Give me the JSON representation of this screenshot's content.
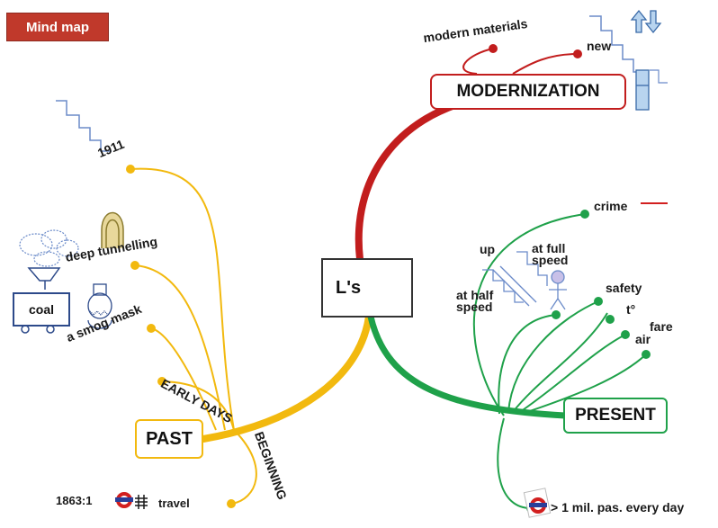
{
  "header": {
    "button_label": "Mind map"
  },
  "center": {
    "label": "L's"
  },
  "branches": {
    "past": {
      "label": "PAST",
      "color": "#f2b90f"
    },
    "present": {
      "label": "PRESENT",
      "color": "#1fa14a"
    },
    "modernization": {
      "label": "MODERNIZATION",
      "color": "#c21d1d"
    }
  },
  "past": {
    "early_days": "EARLY DAYS",
    "beginning": "BEGINNING",
    "year_1911": "1911",
    "deep_tunnelling": "deep tunnelling",
    "smog_mask": "a smog mask",
    "coal": "coal",
    "year_1863": "1863:1",
    "travel": "travel"
  },
  "present": {
    "crime": "crime",
    "up": "up",
    "at_full_speed": "at full speed",
    "at_half_speed": "at half speed",
    "safety": "safety",
    "temperature": "t°",
    "air": "air",
    "fare": "fare",
    "passengers": "> 1 mil. pas. every day"
  },
  "modernization": {
    "modern_materials": "modern materials",
    "new": "new"
  },
  "icons": [
    "underground-logo-icon",
    "up-down-arrows-icon",
    "escalator-icon",
    "stairs-icon",
    "arch-icon",
    "cloud-icon",
    "miner-icon",
    "person-icon",
    "grid-icon"
  ]
}
